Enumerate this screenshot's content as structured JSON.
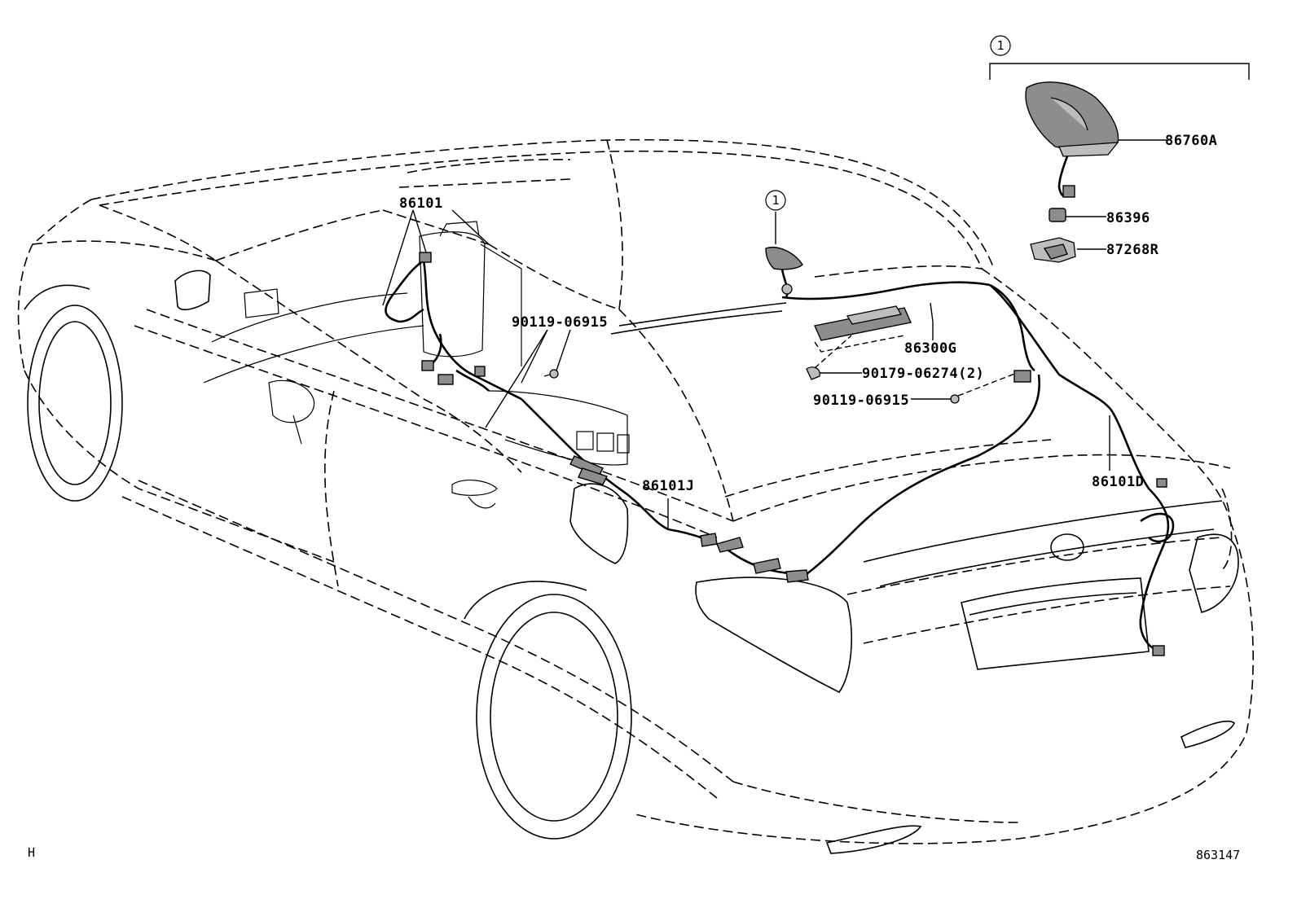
{
  "diagram": {
    "group_marker": "1",
    "callouts": [
      {
        "id": "86101",
        "label": "86101"
      },
      {
        "id": "90119-06915-a",
        "label": "90119-06915"
      },
      {
        "id": "86101J",
        "label": "86101J"
      },
      {
        "id": "86760A",
        "label": "86760A"
      },
      {
        "id": "86396",
        "label": "86396"
      },
      {
        "id": "87268R",
        "label": "87268R"
      },
      {
        "id": "86300G",
        "label": "86300G"
      },
      {
        "id": "90179-06274",
        "label": "90179-06274(2)"
      },
      {
        "id": "90119-06915-b",
        "label": "90119-06915"
      },
      {
        "id": "86101D",
        "label": "86101D"
      }
    ],
    "corner_left": "H",
    "figure_number": "863147"
  }
}
